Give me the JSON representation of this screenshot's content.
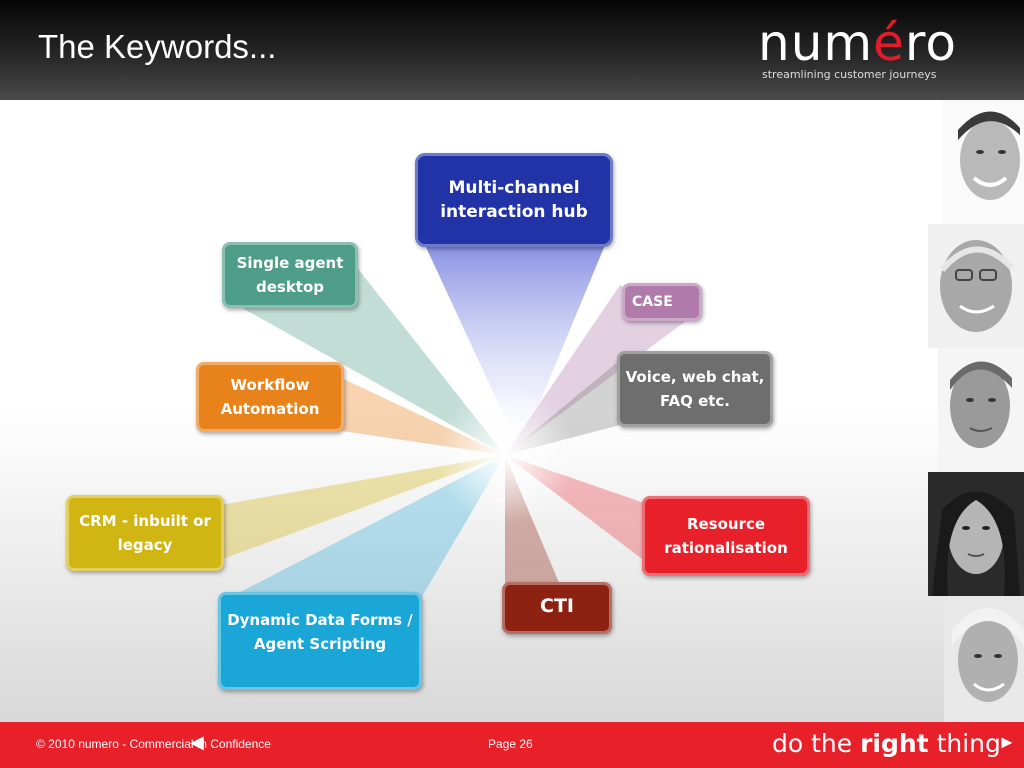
{
  "header": {
    "title": "The Keywords...",
    "logo_text_1": "num",
    "logo_text_accent": "é",
    "logo_text_2": "ro",
    "tagline": "streamlining customer journeys"
  },
  "diagram": {
    "hub": {
      "label": "Multi-channel interaction hub",
      "color": "#2233a8"
    },
    "nodes": [
      {
        "label": "Single agent desktop",
        "color": "#4e9d88"
      },
      {
        "label": "CASE",
        "color": "#b07aaa"
      },
      {
        "label": "Workflow Automation",
        "color": "#e8821a"
      },
      {
        "label": "Voice, web chat, FAQ etc.",
        "color": "#6e6e6e"
      },
      {
        "label": "CRM - inbuilt or legacy",
        "color": "#d1b512"
      },
      {
        "label": "Resource rationalisation",
        "color": "#e8202a"
      },
      {
        "label": "CTI",
        "color": "#8e2212"
      },
      {
        "label": "Dynamic Data Forms / Agent Scripting",
        "color": "#1aa6d6"
      }
    ]
  },
  "footer": {
    "copyright": "© 2010 numero  - Commercial In Confidence",
    "page": "Page 26",
    "slogan_pre": "do the ",
    "slogan_bold": "right",
    "slogan_post": " thing",
    "prev_icon": "◀",
    "next_icon": "►"
  }
}
